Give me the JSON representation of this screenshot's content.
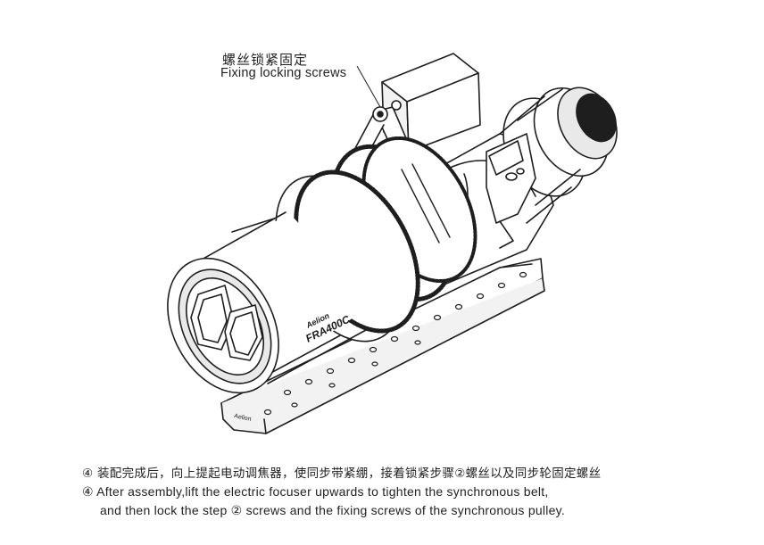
{
  "callout": {
    "label_cn": "螺丝锁紧固定",
    "label_en": "Fixing locking screws"
  },
  "lens": {
    "brand": "Aelion",
    "model": "FRA400C",
    "rail_brand": "Aelion"
  },
  "instructions": {
    "step_cn": "④ 装配完成后，向上提起电动调焦器，使同步带紧绷，接着锁紧步骤②螺丝以及同步轮固定螺丝",
    "step_en_line1": "④ After assembly,lift the electric focuser upwards to tighten the synchronous belt,",
    "step_en_line2": "and then lock the step ② screws and the fixing screws of the synchronous pulley."
  },
  "colors": {
    "line": "#1e1e1e",
    "fill": "#ffffff",
    "shade": "#e9e9e9"
  }
}
